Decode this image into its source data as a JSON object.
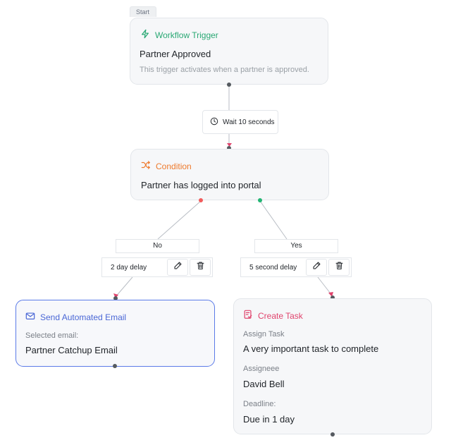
{
  "colors": {
    "trigger_accent": "#2aa874",
    "condition_accent": "#ee7a2d",
    "email_accent": "#4a67d6",
    "task_accent": "#e0446d",
    "no_port": "#f25c5c",
    "yes_port": "#22b573",
    "arrow": "#e0446d"
  },
  "start_tag": "Start",
  "trigger": {
    "icon": "lightning-icon",
    "title": "Workflow Trigger",
    "name": "Partner Approved",
    "description": "This trigger activates when a partner is approved."
  },
  "wait": {
    "icon": "clock-icon",
    "label": "Wait 10 seconds"
  },
  "condition": {
    "icon": "shuffle-icon",
    "title": "Condition",
    "text": "Partner has logged into portal"
  },
  "branches": {
    "no": {
      "label": "No",
      "delay": "2 day delay"
    },
    "yes": {
      "label": "Yes",
      "delay": "5 second delay"
    }
  },
  "email_node": {
    "icon": "mail-icon",
    "title": "Send Automated Email",
    "selected_label": "Selected email:",
    "selected_value": "Partner Catchup Email"
  },
  "task_node": {
    "icon": "task-icon",
    "title": "Create Task",
    "assign_label": "Assign Task",
    "assign_value": "A very important task to complete",
    "assignee_label": "Assigneee",
    "assignee_value": "David Bell",
    "deadline_label": "Deadline:",
    "deadline_value": "Due in 1 day"
  }
}
